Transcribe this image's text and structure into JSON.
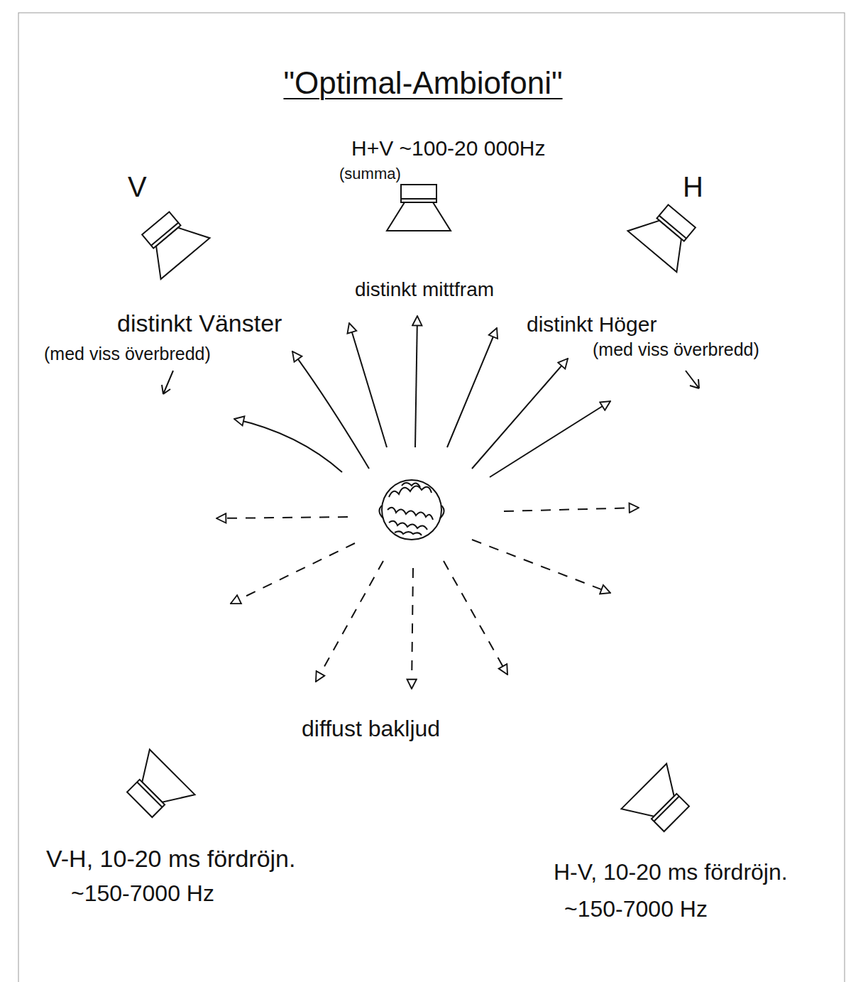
{
  "diagram": {
    "title": "\"Optimal-Ambiofoni\"",
    "nodes": [
      {
        "text": [
          "V"
        ]
      },
      {
        "text": [
          "H+V ~100-20 000Hz",
          "(summa)"
        ]
      },
      {
        "text": [
          "H"
        ]
      },
      {
        "text": [
          "V-H, 10-20 ms fördröjn.",
          "~150-7000 Hz"
        ]
      },
      {
        "text": [
          "H-V, 10-20 ms fördröjn.",
          "~150-7000 Hz"
        ]
      }
    ],
    "labels": [
      "distinkt mittfram",
      "distinkt Vänster",
      "(med viss överbredd)",
      "distinkt Höger",
      "(med viss överbredd)",
      "diffust bakljud"
    ]
  }
}
